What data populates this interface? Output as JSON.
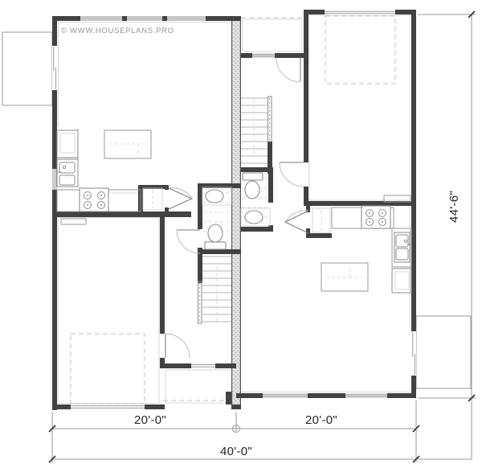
{
  "watermark": "© WWW.HOUSEPLANS.PRO",
  "dimensions": {
    "unit_left_width": "20'-0\"",
    "unit_right_width": "20'-0\"",
    "total_width": "40'-0\"",
    "total_depth": "44'-6\""
  },
  "plan": {
    "type": "duplex main-level floor plan, two mirrored 20-ft units sharing a hatched party wall",
    "units": [
      {
        "id": "left-unit",
        "width_label": "20'-0\"",
        "features": [
          "great-room-kitchen-top",
          "kitchen-island",
          "pantry-closet",
          "powder-room",
          "straight-stair",
          "garage-bottom-left",
          "entry-porch-bottom",
          "deck-upper-left"
        ]
      },
      {
        "id": "right-unit",
        "width_label": "20'-0\"",
        "features": [
          "garage-top-right",
          "entry-porch-top",
          "straight-stair",
          "powder-room",
          "pantry-closet",
          "kitchen-middle",
          "kitchen-island",
          "great-room-bottom",
          "deck-lower-right"
        ]
      }
    ],
    "fixtures": [
      "refrigerator-icon",
      "kitchen-sink-icon",
      "range-burners-icon",
      "kitchen-island",
      "toilet-icon",
      "lavatory-sink-icon",
      "stair-treads-icon",
      "door-swing-icon",
      "bifold-door-icon",
      "window-icon",
      "sliding-door-icon",
      "parking-space-dashed",
      "garage-door-icon"
    ]
  },
  "colors": {
    "background": "#ffffff",
    "wall": "#424242",
    "party_wall_fill": "#e4e4e4",
    "party_wall_dots": "#9b9b9b",
    "thin_line": "#9a9a9a",
    "faint_line": "#cdcdcd",
    "dashed_line": "#c2c2c2",
    "dimension_text": "#262626",
    "watermark_text": "#959595"
  }
}
